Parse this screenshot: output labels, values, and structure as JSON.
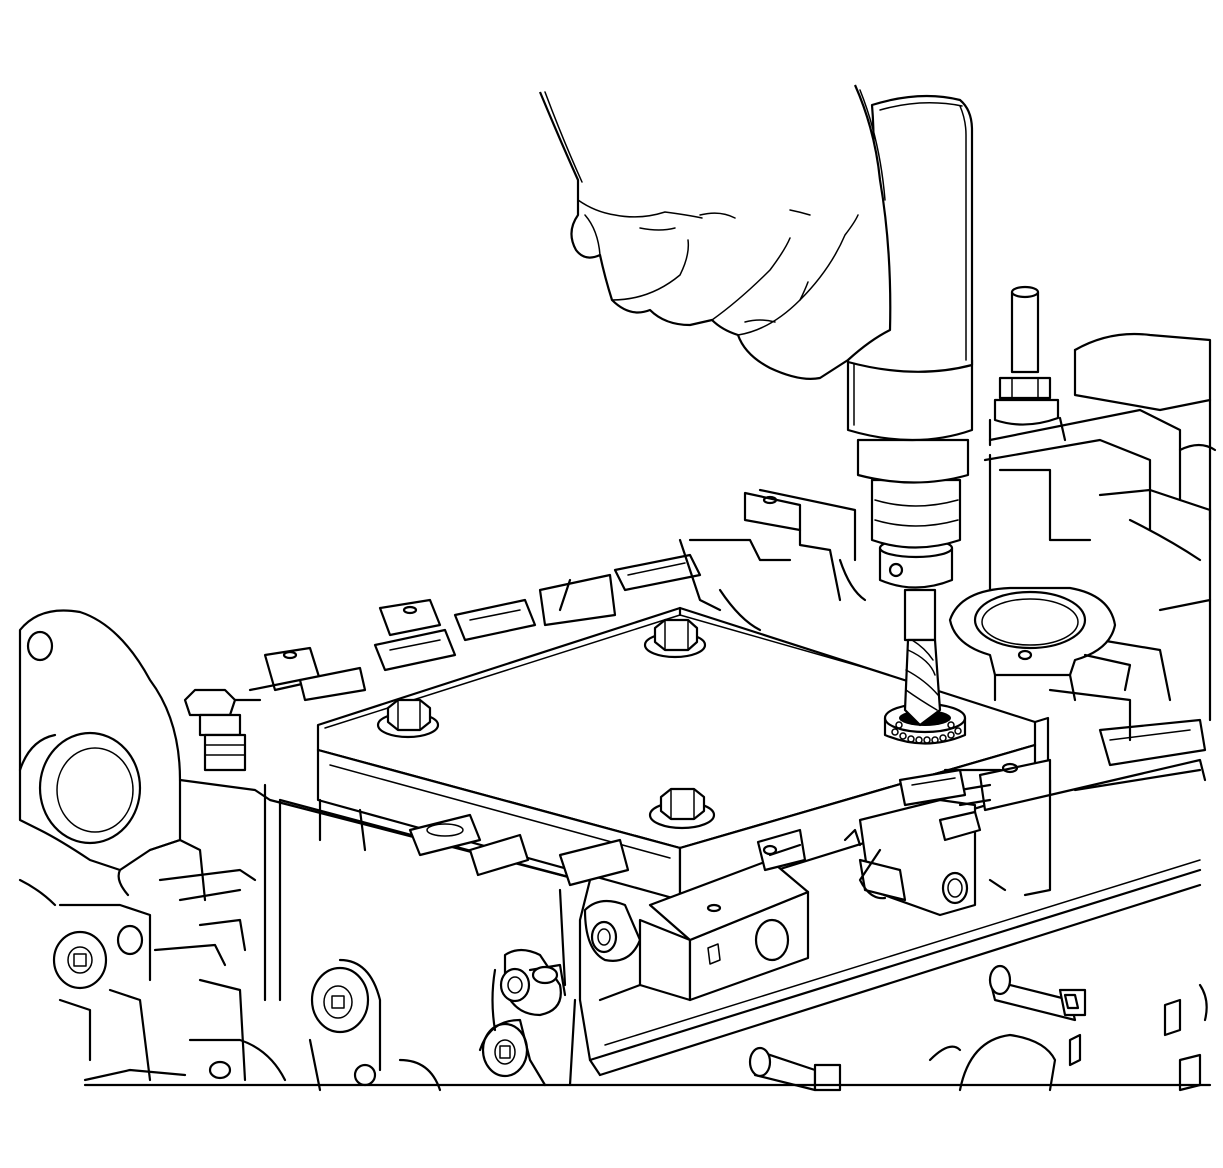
{
  "figure": {
    "description_visible_text": "",
    "colors": {
      "line": "#000000",
      "background": "#ffffff"
    },
    "components": [
      "hand",
      "drill",
      "drill-bit",
      "bushing",
      "fixture-plate",
      "plate-bolts",
      "engine-block",
      "oil-pump-port",
      "sensor-fitting",
      "bolt-bosses",
      "plugs"
    ]
  }
}
